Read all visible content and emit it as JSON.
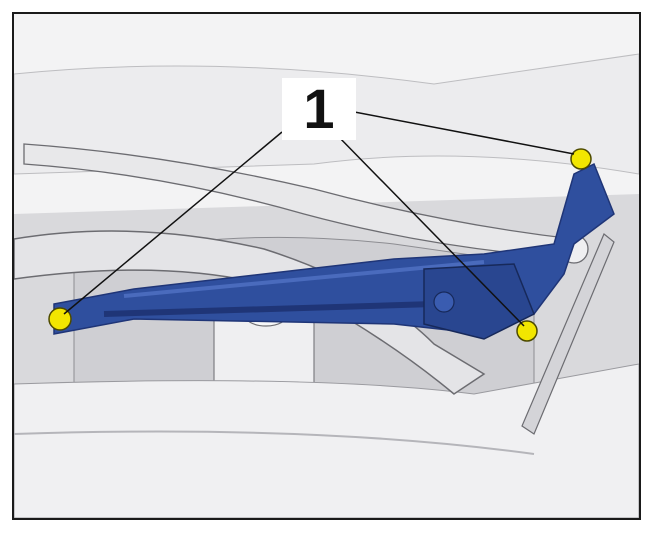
{
  "figure": {
    "callout_label": "1",
    "colors": {
      "wiper_linkage": "#2f4f9e",
      "wiper_linkage_dark": "#1f3577",
      "fastener_highlight": "#f2e600",
      "body_light": "#e6e6e8",
      "body_shade": "#c9c9cc",
      "outline": "#5a5a5a"
    },
    "callouts": [
      {
        "label": "1",
        "target": "left-bolt"
      },
      {
        "label": "1",
        "target": "center-bolt"
      },
      {
        "label": "1",
        "target": "right-bolt"
      }
    ]
  }
}
